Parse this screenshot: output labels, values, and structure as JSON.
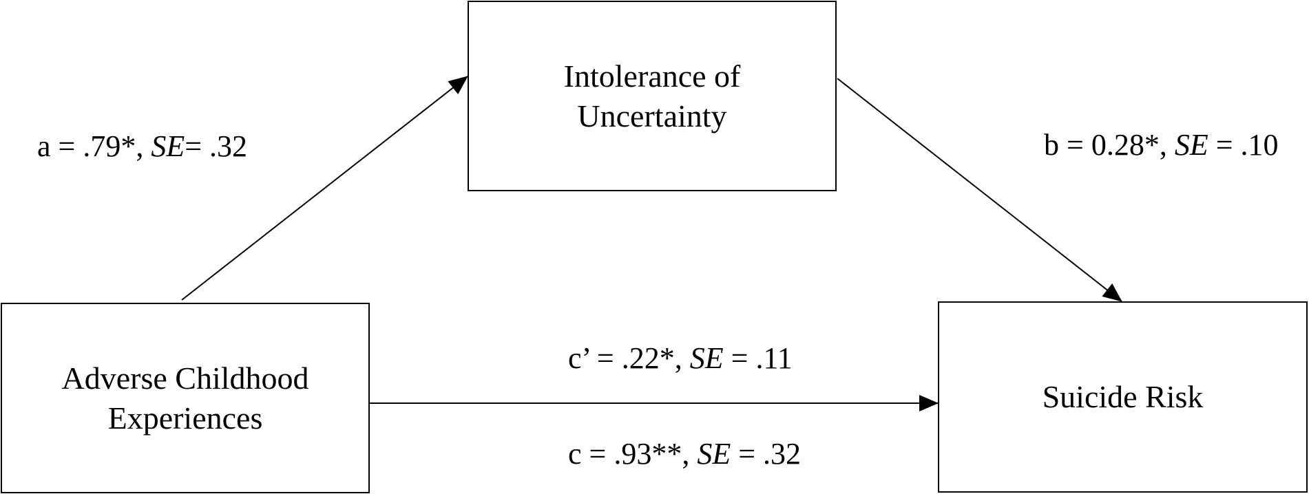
{
  "nodes": {
    "mediator": {
      "line1": "Intolerance of",
      "line2": "Uncertainty"
    },
    "predictor": {
      "line1": "Adverse Childhood",
      "line2": "Experiences"
    },
    "outcome": {
      "line1": "Suicide Risk"
    }
  },
  "paths": {
    "a": {
      "prefix": "a = .79*, ",
      "se": "SE",
      "suffix": "= .32"
    },
    "b": {
      "prefix": "b = 0.28*, ",
      "se": "SE",
      "suffix": " = .10"
    },
    "c_prime": {
      "prefix": "c’ = .22*, ",
      "se": "SE",
      "suffix": " = .11"
    },
    "c": {
      "prefix": "c = .93**, ",
      "se": "SE",
      "suffix": " = .32"
    }
  }
}
